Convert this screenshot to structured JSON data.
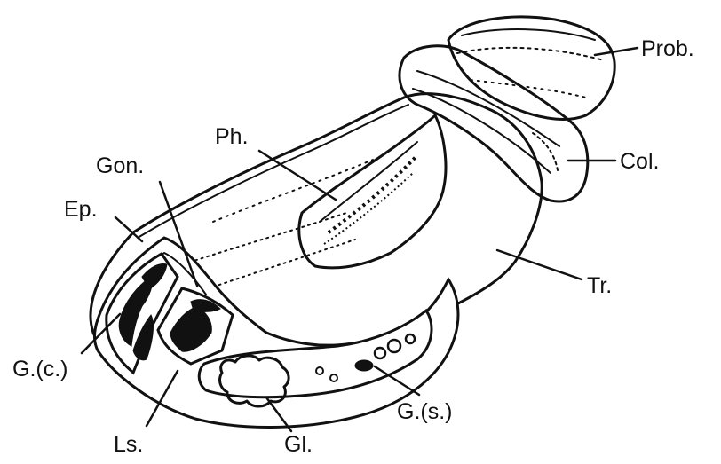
{
  "labels": {
    "prob": "Prob.",
    "col": "Col.",
    "ph": "Ph.",
    "gon": "Gon.",
    "ep": "Ep.",
    "tr": "Tr.",
    "gc": "G.(c.)",
    "gs": "G.(s.)",
    "ls": "Ls.",
    "gl": "Gl."
  }
}
